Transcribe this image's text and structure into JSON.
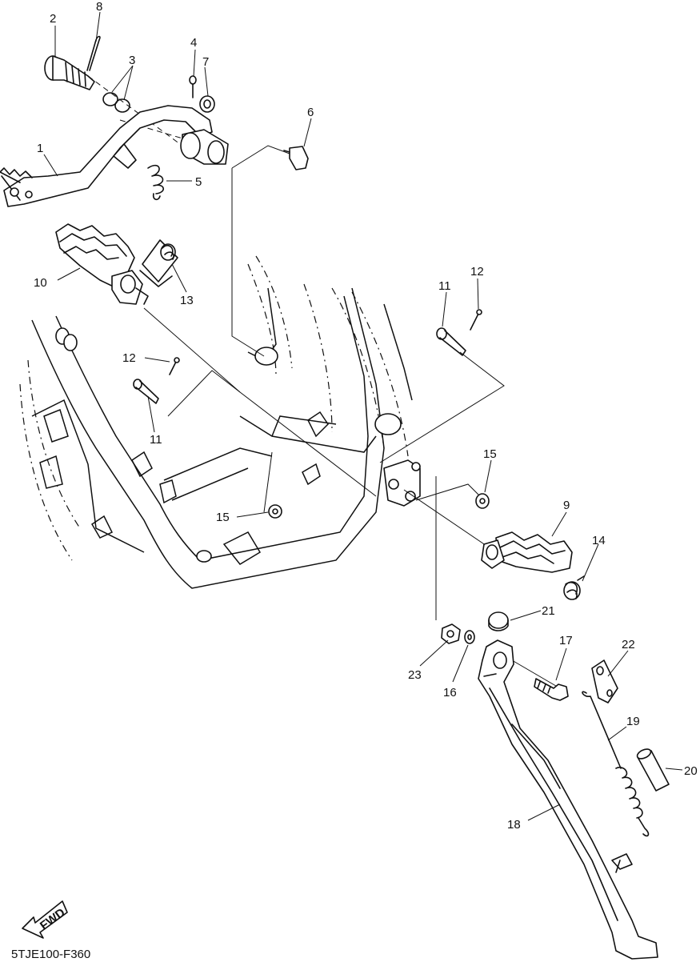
{
  "callouts": [
    "1",
    "2",
    "3",
    "4",
    "5",
    "6",
    "7",
    "8",
    "9",
    "10",
    "11",
    "11",
    "12",
    "12",
    "13",
    "14",
    "15",
    "15",
    "16",
    "17",
    "18",
    "19",
    "20",
    "21",
    "22",
    "23"
  ],
  "fwd_label": "FWD",
  "diagram_code": "5TJE100-F360"
}
